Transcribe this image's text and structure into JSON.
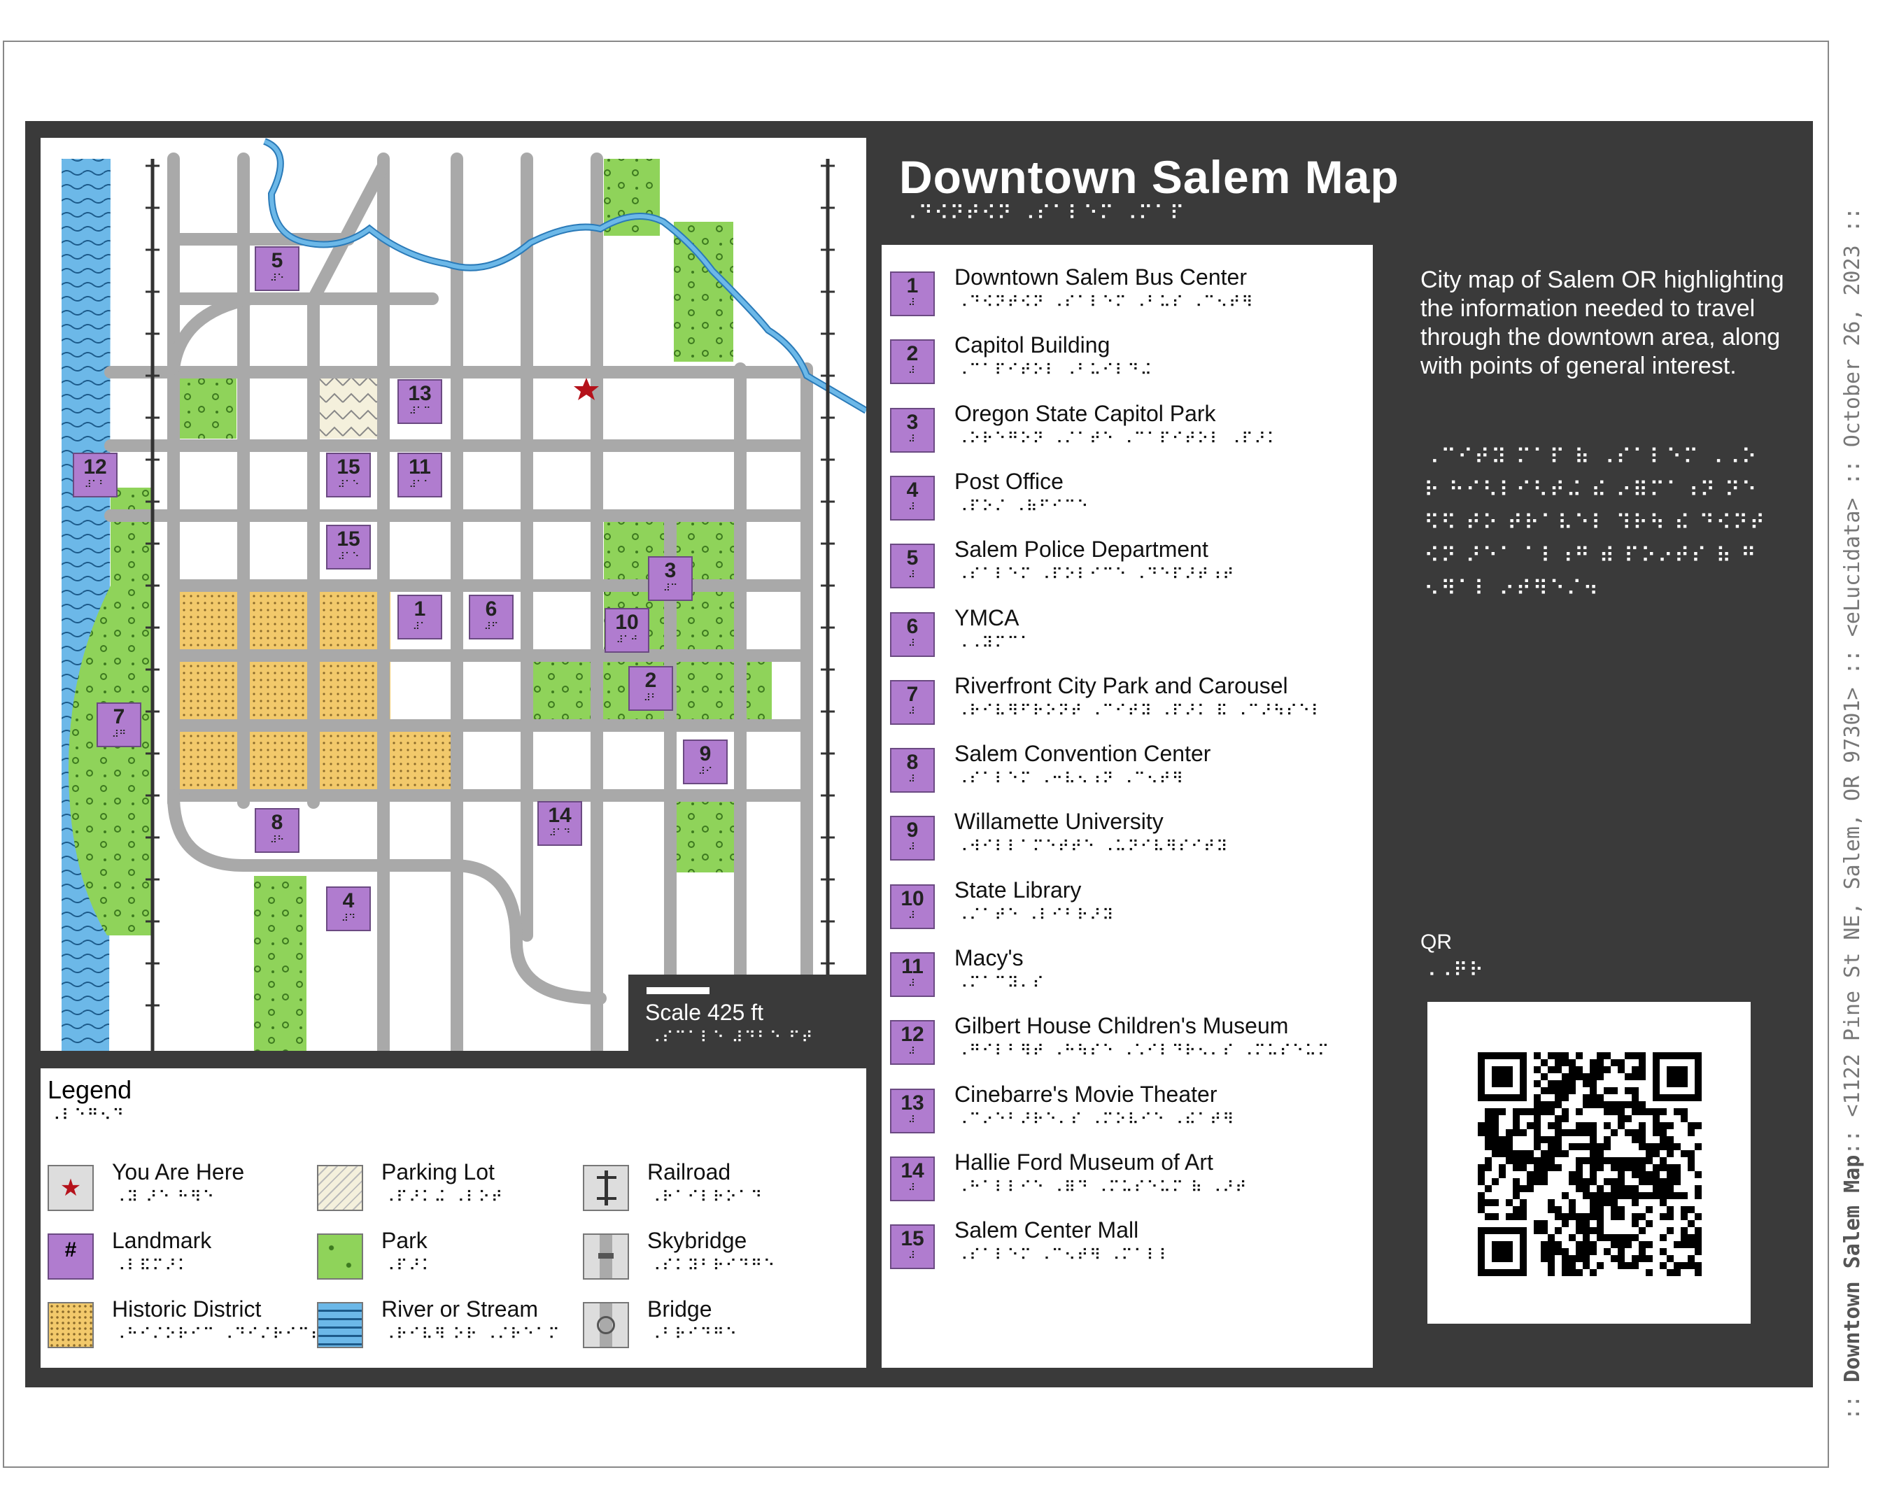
{
  "map": {
    "title": "Downtown Salem Map",
    "title_braille": "⠠⠙⠪⠝⠞⠪⠝ ⠠⠎⠁⠇⠑⠍ ⠠⠍⠁⠏",
    "description": "City map of Salem OR highlighting the information needed to travel through the downtown area, along with points of general interest.",
    "description_braille": "⠠⠉⠊⠞⠽ ⠍⠁⠏ ⠷ ⠠⠎⠁⠇⠑⠍ ⠠⠠⠕⠗ ⠓⠊⠣⠇⠊⠣⠞⠬ ⠮ ⠔⠿⠍⠁⠰⠝ ⠝⠑⠫⠫ ⠞⠕ ⠞⠗⠁⠧⠑⠇ ⠹⠗⠳ ⠮ ⠙⠪⠝⠞⠪⠝ ⠜⠑⠁ ⠁⠇⠰⠛ ⠾ ⠏⠕⠔⠞⠎ ⠷ ⠛⠢⠻⠁⠇ ⠔⠞⠻⠑⠌⠲",
    "scale_label": "Scale 425 ft",
    "scale_braille": "⠠⠎⠉⠁⠇⠑ ⠼⠙⠃⠑ ⠋⠞",
    "qr_label": "QR",
    "qr_braille": "⠠⠠⠟⠗",
    "side_text_prefix": ":: ",
    "side_title": "Downtown Salem Map",
    "side_text_suffix": ":: <1122 Pine St NE, Salem, OR 97301> :: <eLucidata> :: October 26, 2023 ::"
  },
  "legend": {
    "title": "Legend",
    "title_braille": "⠠⠇⠑⠛⠢⠙",
    "items": [
      {
        "label": "You Are Here",
        "braille": "⠠⠽ ⠜⠑ ⠓⠻⠑"
      },
      {
        "label": "Parking Lot",
        "braille": "⠠⠏⠜⠅⠬ ⠠⠇⠕⠞"
      },
      {
        "label": "Railroad",
        "braille": "⠠⠗⠁⠊⠇⠗⠕⠁⠙"
      },
      {
        "label": "Landmark",
        "braille": "⠠⠇⠯⠍⠜⠅"
      },
      {
        "label": "Park",
        "braille": "⠠⠏⠜⠅"
      },
      {
        "label": "Skybridge",
        "braille": "⠠⠎⠅⠽⠃⠗⠊⠙⠛⠑"
      },
      {
        "label": "Historic District",
        "braille": "⠠⠓⠊⠌⠕⠗⠊⠉ ⠠⠙⠊⠌⠗⠊⠉⠞"
      },
      {
        "label": "River or Stream",
        "braille": "⠠⠗⠊⠧⠻ ⠕⠗ ⠠⠌⠗⠑⠁⠍"
      },
      {
        "label": "Bridge",
        "braille": "⠠⠃⠗⠊⠙⠛⠑"
      }
    ],
    "landmark_symbol": "#"
  },
  "landmarks": [
    {
      "num": "1",
      "name": "Downtown Salem Bus Center",
      "braille": "⠠⠙⠪⠝⠞⠪⠝ ⠠⠎⠁⠇⠑⠍ ⠠⠃⠥⠎ ⠠⠉⠢⠞⠻"
    },
    {
      "num": "2",
      "name": "Capitol Building",
      "braille": "⠠⠉⠁⠏⠊⠞⠕⠇ ⠠⠃⠥⠊⠇⠙⠬"
    },
    {
      "num": "3",
      "name": "Oregon State Capitol Park",
      "braille": "⠠⠕⠗⠑⠛⠕⠝ ⠠⠌⠁⠞⠑ ⠠⠉⠁⠏⠊⠞⠕⠇ ⠠⠏⠜⠅"
    },
    {
      "num": "4",
      "name": "Post Office",
      "braille": "⠠⠏⠕⠌ ⠠⠷⠋⠊⠉⠑"
    },
    {
      "num": "5",
      "name": "Salem Police Department",
      "braille": "⠠⠎⠁⠇⠑⠍ ⠠⠏⠕⠇⠊⠉⠑ ⠠⠙⠑⠏⠜⠞⠰⠞"
    },
    {
      "num": "6",
      "name": "YMCA",
      "braille": "⠠⠠⠽⠍⠉⠁"
    },
    {
      "num": "7",
      "name": "Riverfront City Park and Carousel",
      "braille": "⠠⠗⠊⠧⠻⠋⠗⠕⠝⠞ ⠠⠉⠊⠞⠽ ⠠⠏⠜⠅ ⠯ ⠠⠉⠜⠳⠎⠑⠇"
    },
    {
      "num": "8",
      "name": "Salem Convention Center",
      "braille": "⠠⠎⠁⠇⠑⠍ ⠠⠒⠧⠢⠰⠝ ⠠⠉⠢⠞⠻"
    },
    {
      "num": "9",
      "name": "Willamette University",
      "braille": "⠠⠺⠊⠇⠇⠁⠍⠑⠞⠞⠑ ⠠⠥⠝⠊⠧⠻⠎⠊⠞⠽"
    },
    {
      "num": "10",
      "name": "State Library",
      "braille": "⠠⠌⠁⠞⠑ ⠠⠇⠊⠃⠗⠜⠽"
    },
    {
      "num": "11",
      "name": "Macy's",
      "braille": "⠠⠍⠁⠉⠽⠄⠎"
    },
    {
      "num": "12",
      "name": "Gilbert House Children's Museum",
      "braille": "⠠⠛⠊⠇⠃⠻⠞ ⠠⠓⠳⠎⠑ ⠠⠡⠊⠇⠙⠗⠢⠄⠎ ⠠⠍⠥⠎⠑⠥⠍"
    },
    {
      "num": "13",
      "name": "Cinebarre's Movie Theater",
      "braille": "⠠⠉⠔⠑⠃⠜⠗⠑⠄⠎ ⠠⠍⠕⠧⠊⠑ ⠠⠮⠁⠞⠻"
    },
    {
      "num": "14",
      "name": "Hallie Ford Museum of Art",
      "braille": "⠠⠓⠁⠇⠇⠊⠑ ⠠⠿⠙ ⠠⠍⠥⠎⠑⠥⠍ ⠷ ⠠⠜⠞"
    },
    {
      "num": "15",
      "name": "Salem Center Mall",
      "braille": "⠠⠎⠁⠇⠑⠍ ⠠⠉⠢⠞⠻ ⠠⠍⠁⠇⠇"
    }
  ],
  "colors": {
    "panel": "#3a3a3a",
    "road": "#a9a9a9",
    "park": "#8fd35a",
    "historic": "#f2c96b",
    "river": "#6cb8e8",
    "landmark": "#b07ccf",
    "star": "#b5121b"
  },
  "icons": {
    "you_are_here": "star-icon",
    "railroad": "railroad-icon",
    "skybridge": "skybridge-icon",
    "bridge": "bridge-icon"
  }
}
